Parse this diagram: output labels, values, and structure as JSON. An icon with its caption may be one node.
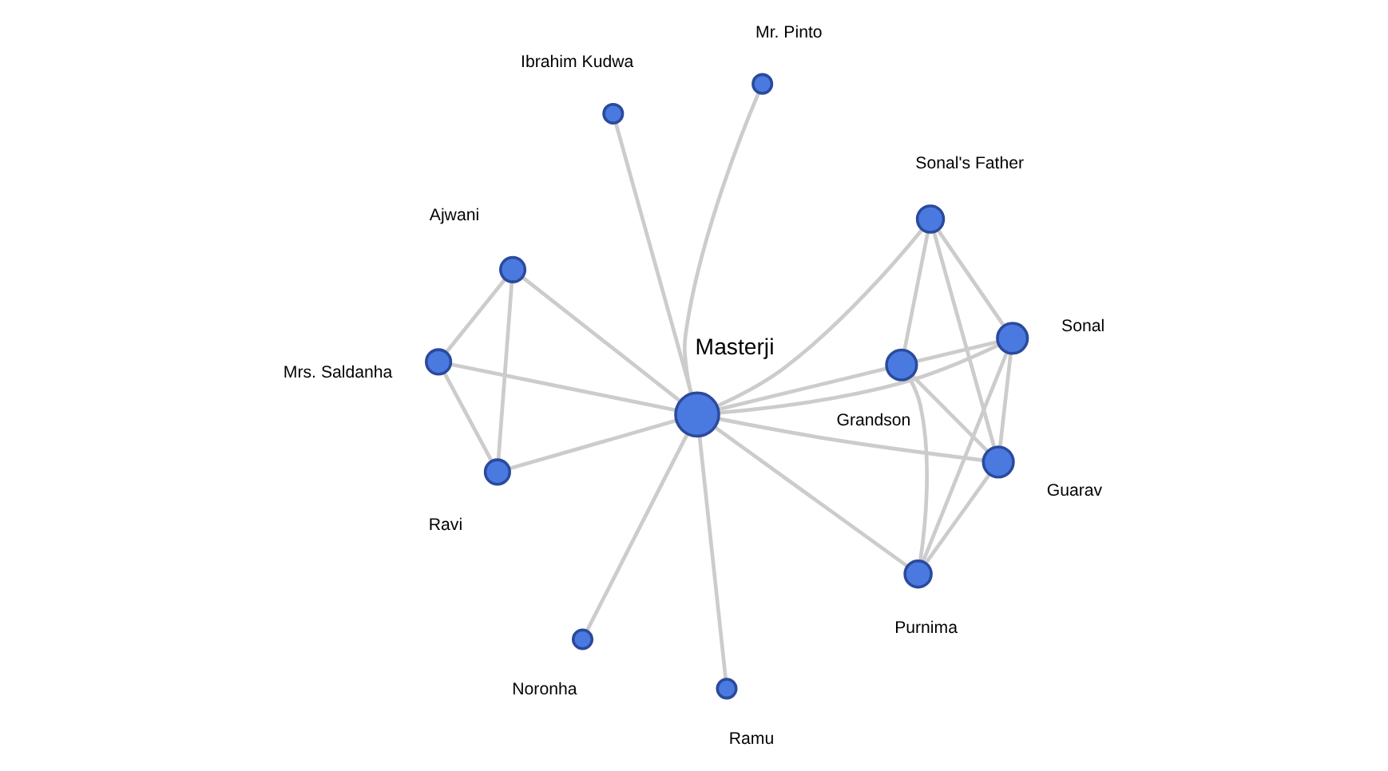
{
  "diagram": {
    "nodes": [
      {
        "text": [],
        "shape": "circle",
        "beside": [
          "Ramu"
        ]
      },
      {
        "text": [],
        "shape": "circle",
        "beside": [
          "Ibrahim Kudwa"
        ]
      },
      {
        "text": [],
        "shape": "circle",
        "beside": [
          "Mr. Pinto"
        ]
      },
      {
        "text": [],
        "shape": "circle",
        "beside": [
          "Purnima"
        ]
      },
      {
        "text": [],
        "shape": "circle",
        "beside": [
          "Grandson"
        ]
      },
      {
        "text": [],
        "shape": "circle",
        "beside": [
          "Ravi"
        ]
      },
      {
        "text": [],
        "shape": "circle",
        "beside": [
          "Masterji"
        ]
      },
      {
        "text": [],
        "shape": "circle",
        "beside": [
          "Sonal"
        ]
      },
      {
        "text": [],
        "shape": "circle",
        "beside": [
          "Ajwani"
        ]
      },
      {
        "text": [],
        "shape": "circle",
        "beside": [
          "Guarav"
        ]
      },
      {
        "text": [],
        "shape": "circle",
        "beside": [
          "Mrs. Saldanha"
        ]
      },
      {
        "text": [],
        "shape": "circle",
        "beside": [
          "Sonal's Father"
        ]
      },
      {
        "text": [],
        "shape": "circle",
        "beside": [
          "Noronha"
        ]
      }
    ],
    "edges": [
      {
        "from": 6,
        "to": 0,
        "arrow": "none"
      },
      {
        "from": 6,
        "to": 1,
        "arrow": "none"
      },
      {
        "from": 6,
        "to": 2,
        "arrow": "none"
      },
      {
        "from": 6,
        "to": 3,
        "arrow": "none"
      },
      {
        "from": 6,
        "to": 4,
        "arrow": "none"
      },
      {
        "from": 6,
        "to": 7,
        "arrow": "none"
      },
      {
        "from": 6,
        "to": 9,
        "arrow": "none"
      },
      {
        "from": 6,
        "to": 11,
        "arrow": "none"
      },
      {
        "from": 6,
        "to": 12,
        "arrow": "none"
      },
      {
        "from": 6,
        "to": 5,
        "arrow": "none"
      },
      {
        "from": 6,
        "to": 8,
        "arrow": "none"
      },
      {
        "from": 6,
        "to": 10,
        "arrow": "none"
      },
      {
        "from": 3,
        "to": 4,
        "arrow": "none"
      },
      {
        "from": 3,
        "to": 7,
        "arrow": "none"
      },
      {
        "from": 3,
        "to": 9,
        "arrow": "none"
      },
      {
        "from": 4,
        "to": 7,
        "arrow": "none"
      },
      {
        "from": 4,
        "to": 9,
        "arrow": "none"
      },
      {
        "from": 4,
        "to": 11,
        "arrow": "none"
      },
      {
        "from": 7,
        "to": 9,
        "arrow": "none"
      },
      {
        "from": 7,
        "to": 11,
        "arrow": "none"
      },
      {
        "from": 9,
        "to": 11,
        "arrow": "none"
      },
      {
        "from": 5,
        "to": 8,
        "arrow": "none"
      },
      {
        "from": 5,
        "to": 10,
        "arrow": "none"
      },
      {
        "from": 8,
        "to": 10,
        "arrow": "none"
      }
    ]
  }
}
